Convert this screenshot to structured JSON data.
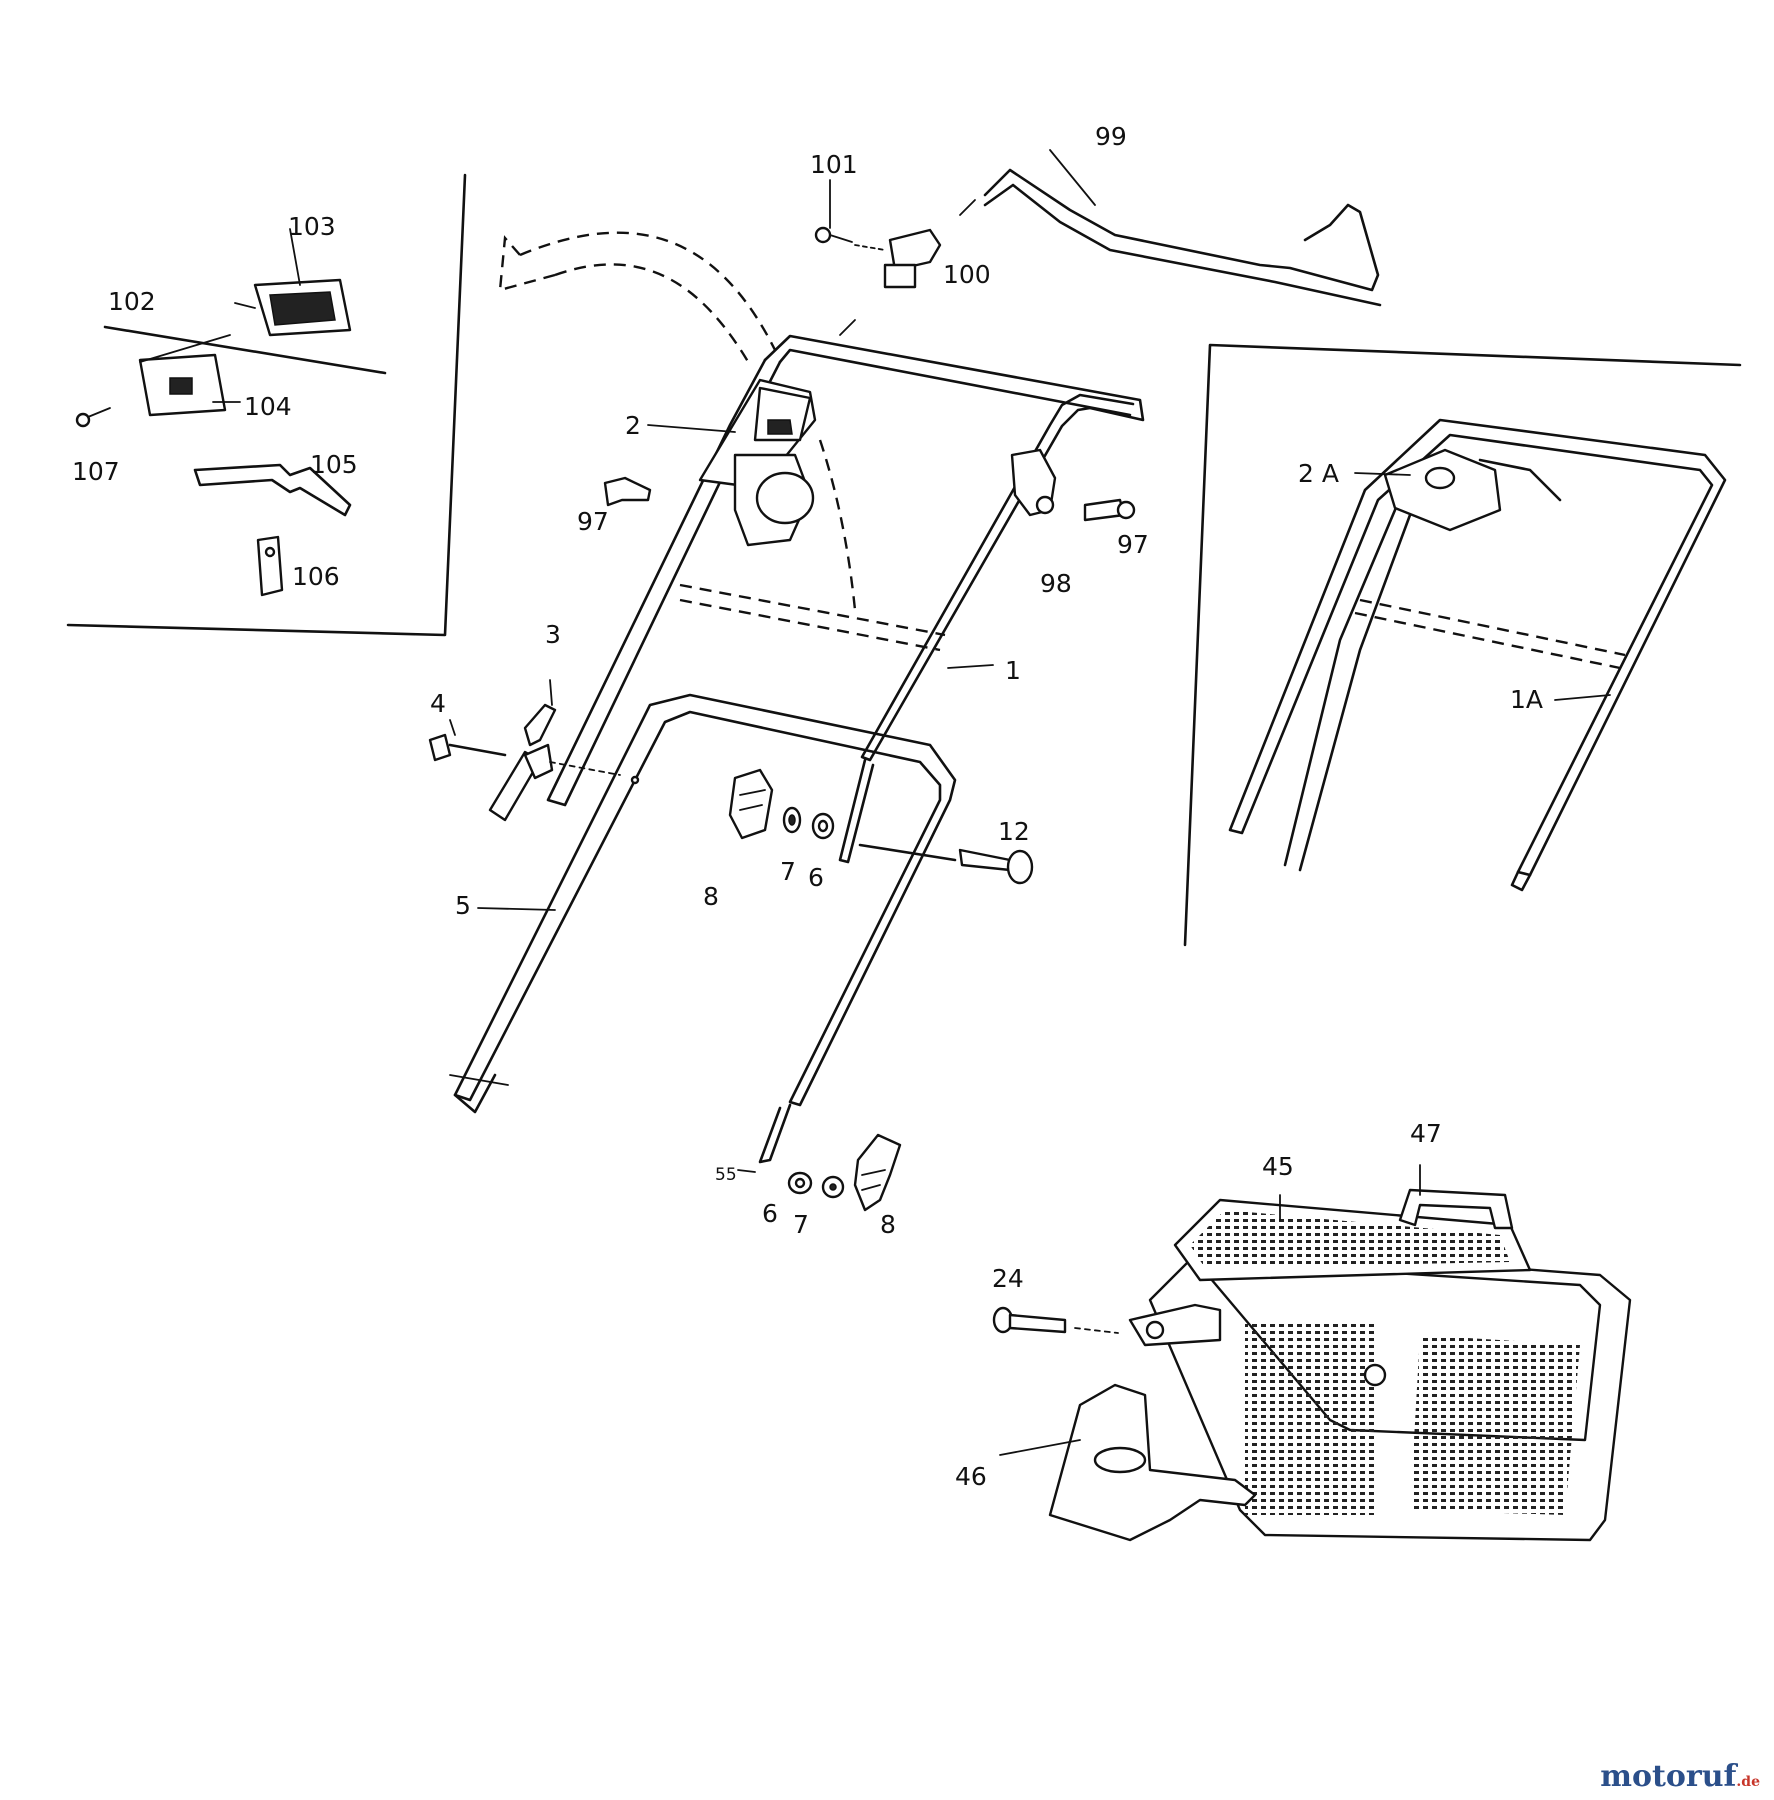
{
  "labels": {
    "l1": "1",
    "l1a": "1A",
    "l2": "2",
    "l2a": "2 A",
    "l3": "3",
    "l4": "4",
    "l5": "5",
    "l6a": "6",
    "l6b": "6",
    "l7a": "7",
    "l7b": "7",
    "l8a": "8",
    "l8b": "8",
    "l12": "12",
    "l24": "24",
    "l45": "45",
    "l46": "46",
    "l47": "47",
    "l55": "55",
    "l97a": "97",
    "l97b": "97",
    "l98": "98",
    "l99": "99",
    "l100": "100",
    "l101": "101",
    "l102": "102",
    "l103": "103",
    "l104": "104",
    "l105": "105",
    "l106": "106",
    "l107": "107"
  },
  "watermark": {
    "brand": "motoruf",
    "tld": ".de"
  }
}
